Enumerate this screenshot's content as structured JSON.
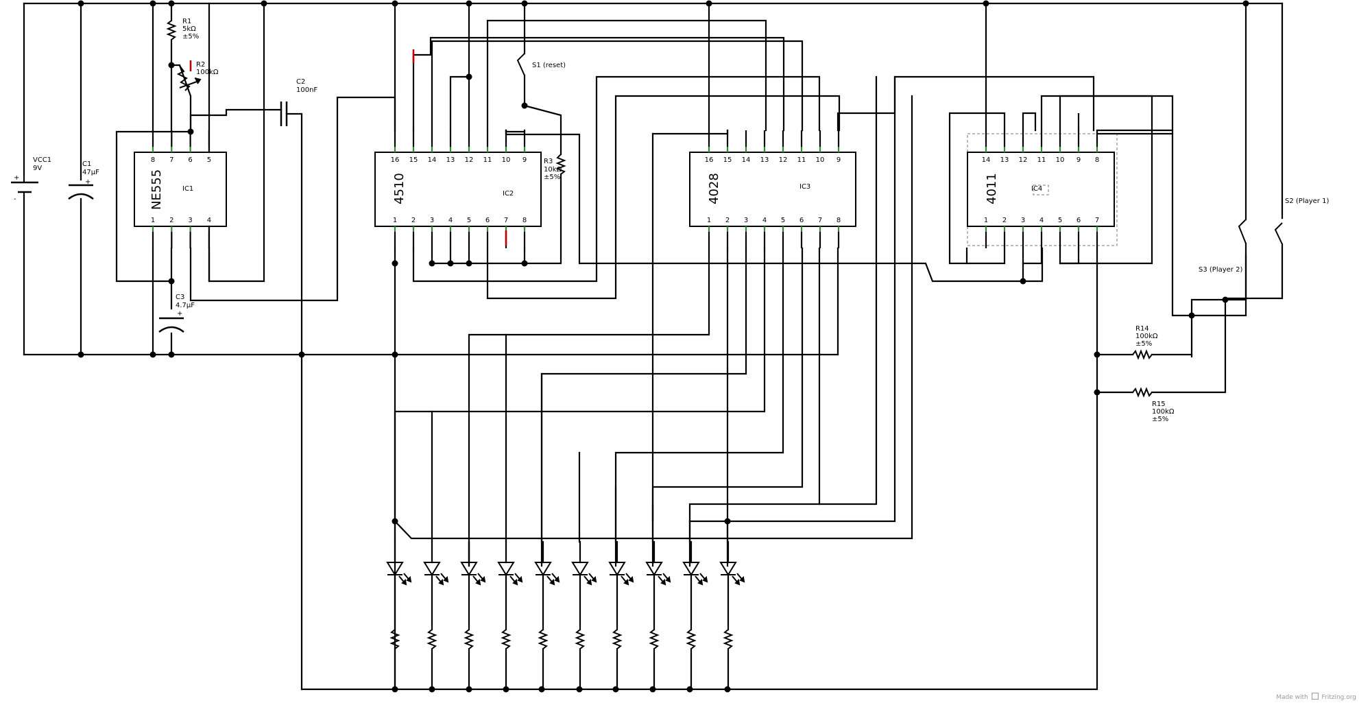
{
  "components": {
    "vcc1": {
      "ref": "VCC1",
      "value": "9V",
      "plus": "+",
      "minus": "-"
    },
    "c1": {
      "ref": "C1",
      "value": "47µF",
      "plus": "+"
    },
    "r1": {
      "ref": "R1",
      "value": "5kΩ",
      "tol": "±5%"
    },
    "r2": {
      "ref": "R2",
      "value": "100kΩ"
    },
    "c2": {
      "ref": "C2",
      "value": "100nF"
    },
    "c3": {
      "ref": "C3",
      "value": "4.7µF",
      "plus": "+"
    },
    "s1": {
      "ref": "S1 (reset)"
    },
    "r3": {
      "ref": "R3",
      "value": "10kΩ",
      "tol": "±5%"
    },
    "s2": {
      "ref": "S2 (Player 1)"
    },
    "s3": {
      "ref": "S3 (Player 2)"
    },
    "r14": {
      "ref": "R14",
      "value": "100kΩ",
      "tol": "±5%"
    },
    "r15": {
      "ref": "R15",
      "value": "100kΩ",
      "tol": "±5%"
    }
  },
  "chips": [
    {
      "id": "ic1",
      "part": "NE555",
      "ref": "IC1",
      "top_pins": [
        "8",
        "7",
        "6",
        "5"
      ],
      "bottom_pins": [
        "1",
        "2",
        "3",
        "4"
      ]
    },
    {
      "id": "ic2",
      "part": "4510",
      "ref": "IC2",
      "top_pins": [
        "16",
        "15",
        "14",
        "13",
        "12",
        "11",
        "10",
        "9"
      ],
      "bottom_pins": [
        "1",
        "2",
        "3",
        "4",
        "5",
        "6",
        "7",
        "8"
      ]
    },
    {
      "id": "ic3",
      "part": "4028",
      "ref": "IC3",
      "top_pins": [
        "16",
        "15",
        "14",
        "13",
        "12",
        "11",
        "10",
        "9"
      ],
      "bottom_pins": [
        "1",
        "2",
        "3",
        "4",
        "5",
        "6",
        "7",
        "8"
      ]
    },
    {
      "id": "ic4",
      "part": "4011",
      "ref": "IC4",
      "top_pins": [
        "14",
        "13",
        "12",
        "11",
        "10",
        "9",
        "8"
      ],
      "bottom_pins": [
        "1",
        "2",
        "3",
        "4",
        "5",
        "6",
        "7"
      ]
    }
  ],
  "led_count": 10,
  "credit": {
    "prefix": "Made with",
    "brand": "Fritzing.org"
  }
}
